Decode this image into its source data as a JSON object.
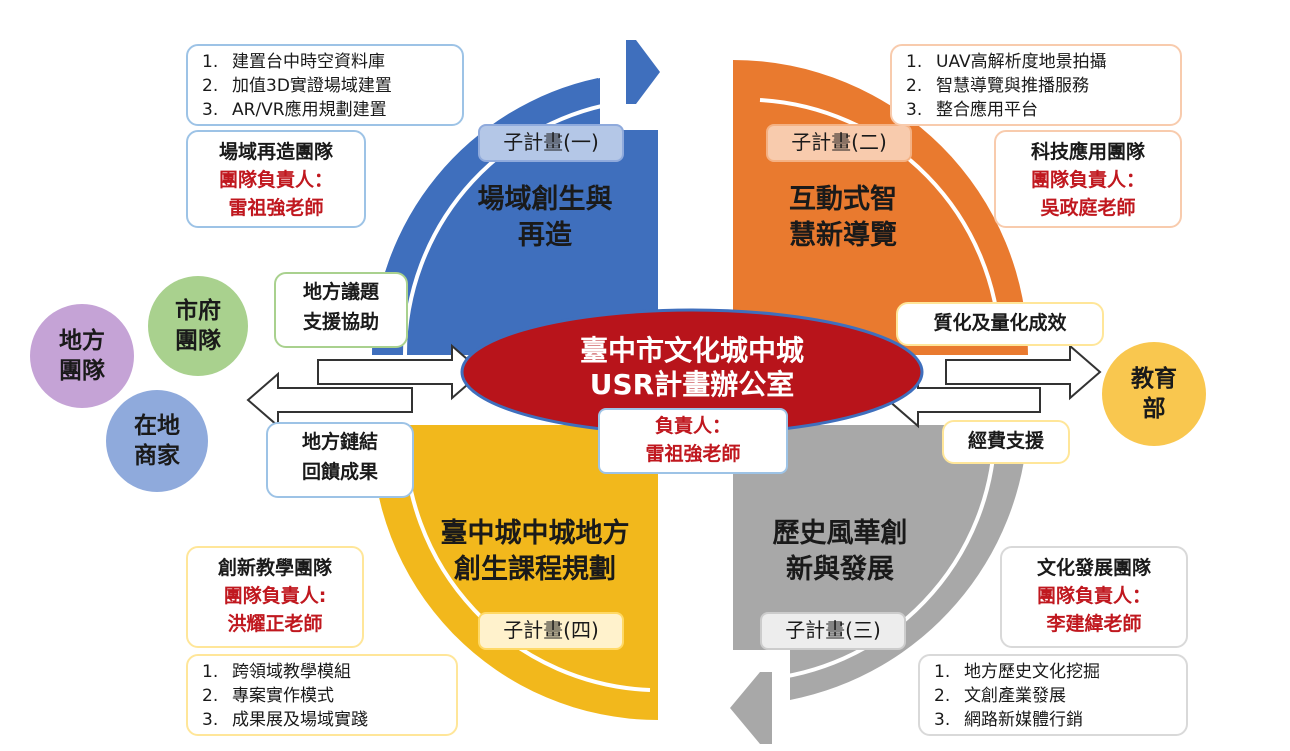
{
  "colors": {
    "blue": "#3f6fbd",
    "orange": "#e97a2f",
    "gray": "#a8a8a8",
    "yellow": "#f2b81c",
    "red": "#b8141b"
  },
  "quadrants": {
    "q1": {
      "tag": "子計畫(一)",
      "title": [
        "場域創生與",
        "再造"
      ],
      "items": [
        [
          "1.",
          "建置台中時空資料庫"
        ],
        [
          "2.",
          "加值3D實證場域建置"
        ],
        [
          "3.",
          "AR/VR應用規劃建置"
        ]
      ],
      "team": {
        "name": "場域再造團隊",
        "lead": "團隊負責人：",
        "teacher": "雷祖強老師"
      }
    },
    "q2": {
      "tag": "子計畫(二)",
      "title": [
        "互動式智",
        "慧新導覽"
      ],
      "items": [
        [
          "1.",
          "UAV高解析度地景拍攝"
        ],
        [
          "2.",
          "智慧導覽與推播服務"
        ],
        [
          "3.",
          "整合應用平台"
        ]
      ],
      "team": {
        "name": "科技應用團隊",
        "lead": "團隊負責人：",
        "teacher": "吳政庭老師"
      }
    },
    "q3": {
      "tag": "子計畫(三)",
      "title": [
        "歷史風華創",
        "新與發展"
      ],
      "items": [
        [
          "1.",
          "地方歷史文化挖掘"
        ],
        [
          "2.",
          "文創產業發展"
        ],
        [
          "3.",
          "網路新媒體行銷"
        ]
      ],
      "team": {
        "name": "文化發展團隊",
        "lead": "團隊負責人：",
        "teacher": "李建緯老師"
      }
    },
    "q4": {
      "tag": "子計畫(四)",
      "title": [
        "臺中城中城地方",
        "創生課程規劃"
      ],
      "items": [
        [
          "1.",
          "跨領域教學模組"
        ],
        [
          "2.",
          "專案實作模式"
        ],
        [
          "3.",
          "成果展及場域實踐"
        ]
      ],
      "team": {
        "name": "創新教學團隊",
        "lead": "團隊負責人:",
        "teacher": "洪耀正老師"
      }
    }
  },
  "center": {
    "line1": "臺中市文化城中城",
    "line2": "USR計畫辦公室",
    "lead": "負責人：",
    "teacher": "雷祖強老師"
  },
  "left": {
    "circles": [
      [
        "市府",
        "團隊"
      ],
      [
        "地方",
        "團隊"
      ],
      [
        "在地",
        "商家"
      ]
    ],
    "top_box": [
      "地方議題",
      "支援協助"
    ],
    "bottom_box": [
      "地方鏈結",
      "回饋成果"
    ]
  },
  "right": {
    "circle": [
      "教育",
      "部"
    ],
    "top_box": "質化及量化成效",
    "bottom_box": "經費支援"
  }
}
